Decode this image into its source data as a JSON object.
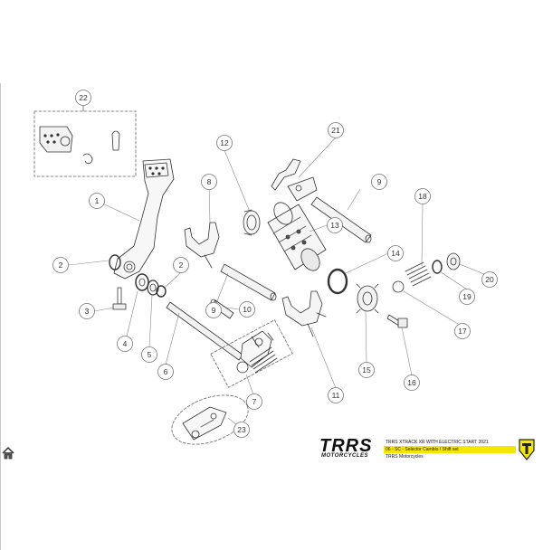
{
  "callouts": [
    "1",
    "2",
    "2",
    "3",
    "4",
    "5",
    "6",
    "7",
    "8",
    "9",
    "9",
    "10",
    "11",
    "12",
    "13",
    "14",
    "15",
    "16",
    "17",
    "18",
    "19",
    "20",
    "21",
    "22",
    "23"
  ],
  "title_block": {
    "logo_text": "TRRS",
    "logo_subtext": "MOTORCYCLES",
    "line1": "TRRS XTRACK XR WITH ELECTRIC START 2021",
    "line2": "06 - SC - Selector Cambio / Shift set",
    "line3": "TRRS Motorcycles"
  },
  "icons": {
    "home": "home-icon",
    "brand": "brand-shield-icon"
  },
  "colors": {
    "accent": "#f5e600",
    "line": "#333333",
    "callout": "#777777"
  }
}
